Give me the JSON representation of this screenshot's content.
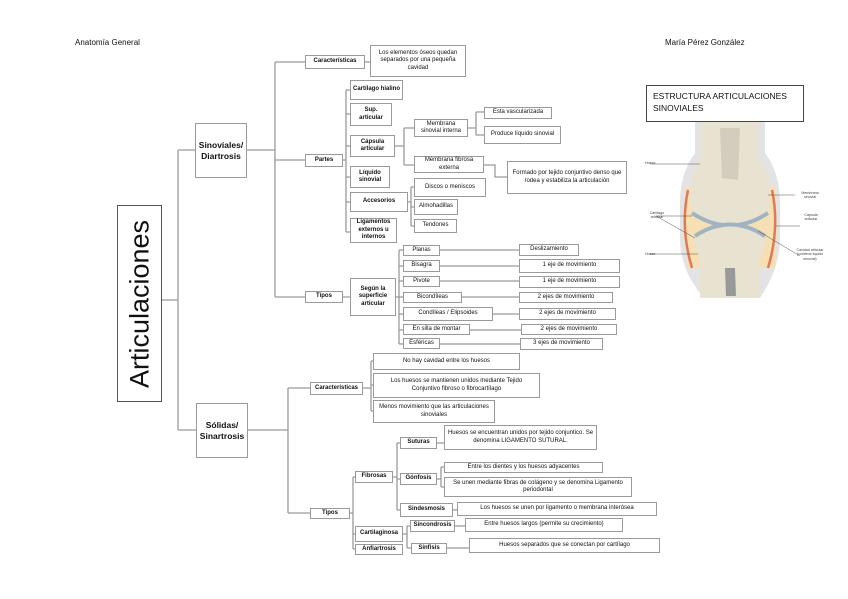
{
  "header": {
    "left": "Anatomía General",
    "right": "María Pérez González"
  },
  "root": "Articulaciones",
  "sinoviales": {
    "title": "Sinoviales/ Diartrosis",
    "caracteristicas": {
      "label": "Características",
      "text": "Los elementos óseos quedan separados por una pequeña cavidad"
    },
    "partes": {
      "label": "Partes",
      "items": [
        "Cartílago hialino",
        "Sup. articular",
        "Cápsula articular",
        "Líquido sinovial",
        "Accesorios",
        "Ligamentos externos u internos"
      ],
      "capsula": {
        "interna": "Membrana sinovial interna",
        "interna_items": [
          "Esta vascularizada",
          "Produce líquido sinovial"
        ],
        "externa": "Membrana fibrosa externa",
        "externa_text": "Formado por tejido conjuntivo denso que rodea y estabiliza la articulación"
      },
      "accesorios": [
        "Discos o meniscos",
        "Almohadillas",
        "Tendones"
      ]
    },
    "tipos": {
      "label": "Tipos",
      "criterio": "Según la superficie articular",
      "rows": [
        {
          "name": "Planas",
          "desc": "Deslizamiento"
        },
        {
          "name": "Bisagra",
          "desc": "1 eje de movimiento"
        },
        {
          "name": "Pivote",
          "desc": "1 eje de movimiento"
        },
        {
          "name": "Bicondíleas",
          "desc": "2 ejes de movimiento"
        },
        {
          "name": "Condíleas / Elipsoides",
          "desc": "2 ejes de movimiento"
        },
        {
          "name": "En silla de montar",
          "desc": "2 ejes de movimiento"
        },
        {
          "name": "Esféricas",
          "desc": "3 ejes de movimiento"
        }
      ]
    }
  },
  "solidas": {
    "title": "Sólidas/ Sinartrosis",
    "caracteristicas": {
      "label": "Características",
      "items": [
        "No hay cavidad entre los huesos",
        "Los huesos se mantienen unidos mediante Tejido Conjuntivo fibroso o fibrocartílago",
        "Menos movimiento que las articulaciones sinoviales"
      ]
    },
    "tipos": {
      "label": "Tipos",
      "fibrosas": {
        "label": "Fibrosas",
        "suturas": {
          "label": "Suturas",
          "text": "Huesos se encuentran unidos por tejido conjuntico. Se denomina LIGAMENTO SUTURAL."
        },
        "gonfosis": {
          "label": "Gónfosis",
          "items": [
            "Entre los dientes y los huesos adyacentes",
            "Se unen mediante fibras de colágeno y se denomina Ligamento periodontal"
          ]
        },
        "sindesmosis": {
          "label": "Sindesmosis",
          "text": "Los huesos se unen por ligamento o membrana interósea"
        }
      },
      "cartilaginosa": {
        "label": "Cartilaginosa",
        "sincondrosis": {
          "label": "Sincondrosis",
          "text": "Entre huesos largos (permite su crecimiento)"
        },
        "sinfisis": {
          "label": "Sínfisis",
          "text": "Huesos separados que se conectan por cartílago"
        }
      },
      "anfiartrosis": "Anfiartrosis"
    }
  },
  "figure": {
    "title": "ESTRUCTURA ARTICULACIONES SINOVIALES",
    "labels": {
      "hueso_top": "Hueso",
      "hueso_bottom": "Hueso",
      "cartilago": "Cartílago articular",
      "membrana": "Membrana sinovial",
      "capsula": "Cápsula articular",
      "cavidad": "Cavidad articular (contiene líquido sinovial)"
    },
    "colors": {
      "bone": "#e8e2d0",
      "cartilage": "#9fb3c4",
      "cavity": "#f7dfb4",
      "membrane": "#e07a55"
    }
  }
}
